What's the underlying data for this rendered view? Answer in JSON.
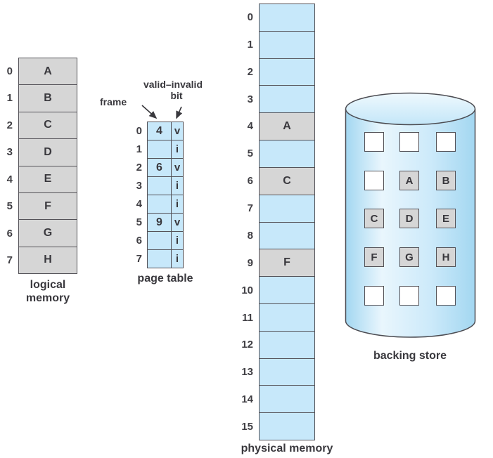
{
  "diagram": {
    "logical_memory": {
      "caption_line1": "logical",
      "caption_line2": "memory",
      "rows": [
        {
          "index": "0",
          "value": "A"
        },
        {
          "index": "1",
          "value": "B"
        },
        {
          "index": "2",
          "value": "C"
        },
        {
          "index": "3",
          "value": "D"
        },
        {
          "index": "4",
          "value": "E"
        },
        {
          "index": "5",
          "value": "F"
        },
        {
          "index": "6",
          "value": "G"
        },
        {
          "index": "7",
          "value": "H"
        }
      ]
    },
    "page_table": {
      "caption": "page table",
      "label_frame": "frame",
      "label_valid_invalid_line1": "valid–invalid",
      "label_valid_invalid_line2": "bit",
      "rows": [
        {
          "index": "0",
          "frame": "4",
          "bit": "v"
        },
        {
          "index": "1",
          "frame": "",
          "bit": "i"
        },
        {
          "index": "2",
          "frame": "6",
          "bit": "v"
        },
        {
          "index": "3",
          "frame": "",
          "bit": "i"
        },
        {
          "index": "4",
          "frame": "",
          "bit": "i"
        },
        {
          "index": "5",
          "frame": "9",
          "bit": "v"
        },
        {
          "index": "6",
          "frame": "",
          "bit": "i"
        },
        {
          "index": "7",
          "frame": "",
          "bit": "i"
        }
      ]
    },
    "physical_memory": {
      "caption": "physical memory",
      "rows": [
        {
          "index": "0",
          "value": ""
        },
        {
          "index": "1",
          "value": ""
        },
        {
          "index": "2",
          "value": ""
        },
        {
          "index": "3",
          "value": ""
        },
        {
          "index": "4",
          "value": "A"
        },
        {
          "index": "5",
          "value": ""
        },
        {
          "index": "6",
          "value": "C"
        },
        {
          "index": "7",
          "value": ""
        },
        {
          "index": "8",
          "value": ""
        },
        {
          "index": "9",
          "value": "F"
        },
        {
          "index": "10",
          "value": ""
        },
        {
          "index": "11",
          "value": ""
        },
        {
          "index": "12",
          "value": ""
        },
        {
          "index": "13",
          "value": ""
        },
        {
          "index": "14",
          "value": ""
        },
        {
          "index": "15",
          "value": ""
        }
      ]
    },
    "backing_store": {
      "caption": "backing store",
      "grid": [
        [
          "",
          "",
          ""
        ],
        [
          "",
          "A",
          "B"
        ],
        [
          "C",
          "D",
          "E"
        ],
        [
          "F",
          "G",
          "H"
        ],
        [
          "",
          "",
          ""
        ]
      ]
    },
    "colors": {
      "cell_blue": "#c7e8fa",
      "cell_gray": "#d6d6d6",
      "border": "#545258",
      "text": "#39383d",
      "cylinder_light": "#e9f6fd",
      "cylinder_dark": "#a3d7f1"
    }
  }
}
